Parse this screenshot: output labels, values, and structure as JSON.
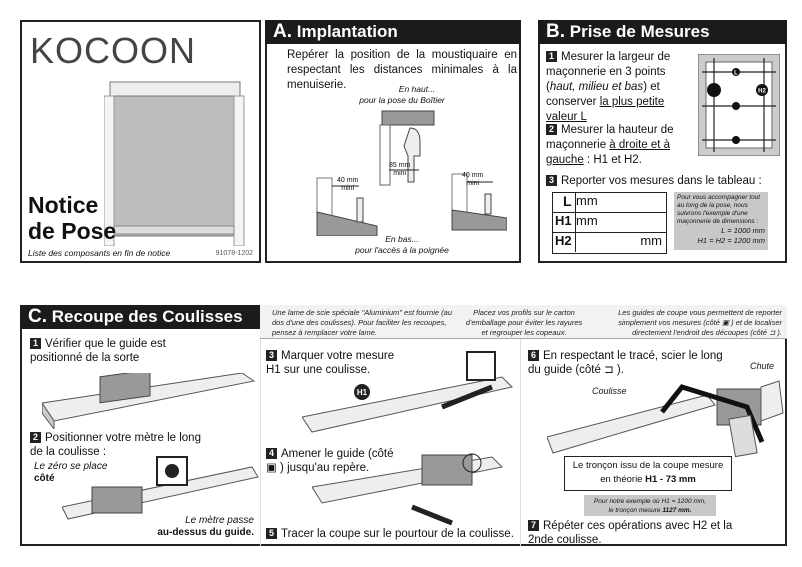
{
  "cover": {
    "brand": "KOCOON",
    "title_line1": "Notice",
    "title_line2": "de Pose",
    "subtitle": "Liste des composants en fin de notice",
    "ref": "91078-1202"
  },
  "section_a": {
    "title_letter": "A.",
    "title": "Implantation",
    "intro": "Repérer la position de la moustiquaire en respectant les distances minimales à la menuiserie.",
    "top_caption_1": "En haut...",
    "top_caption_2": "pour la pose du Boîtier",
    "dim_top": "85 mm",
    "dim_top_sub": "mini",
    "dim_left": "40 mm",
    "dim_left_sub": "mini",
    "dim_right": "40 mm",
    "dim_right_sub": "mini",
    "bottom_caption_1": "En bas...",
    "bottom_caption_2": "pour l'accès à la poignée"
  },
  "section_b": {
    "title_letter": "B.",
    "title": "Prise de Mesures",
    "step1_num": "1",
    "step1_a": "Mesurer la largeur de maçonnerie en 3 points (",
    "step1_italic": "haut, milieu et bas",
    "step1_b": ") et conserver ",
    "step1_u": "la plus petite valeur L",
    "step2_num": "2",
    "step2_a": "Mesurer la hauteur de maçonnerie ",
    "step2_u": "à droite et à gauche",
    "step2_b": " : H1 et H2.",
    "step3_num": "3",
    "step3": "Reporter vos mesures dans le tableau :",
    "diagram_labels": {
      "l": "L",
      "h2": "H2",
      "h1": "H1"
    },
    "table": [
      {
        "label": "L",
        "unit": "mm"
      },
      {
        "label": "H1",
        "unit": "mm"
      },
      {
        "label": "H2",
        "unit": "mm"
      }
    ],
    "example_1": "Pour vous accompagner tout au long de la pose, nous suivrons l'exemple d'une maçonnerie de dimensions :",
    "example_2": "L = 1000 mm",
    "example_3": "H1 = H2 = 1200 mm"
  },
  "section_c": {
    "title_letter": "C.",
    "title": "Recoupe des Coulisses",
    "tip1": "Une lame de scie spéciale \"Aluminium\" est fournie (au dos d'une des coulisses). Pour faciliter les recoupes, pensez à remplacer votre lame.",
    "tip2": "Placez vos profils sur le carton d'emballage pour éviter les rayures et regrouper les copeaux.",
    "tip3": "Les guides de coupe vous permettent de reporter simplement vos mesures (côté ▣ ) et de localiser directement l'endroit des découpes (côté ⊐ ).",
    "step1_num": "1",
    "step1": "Vérifier que le guide est positionné de la sorte",
    "step2_num": "2",
    "step2": "Positionner votre mètre le long de la coulisse :",
    "step2_note_a": "Le zéro se place",
    "step2_note_b": "côté",
    "step2_note_c": "Le mètre passe",
    "step2_note_d": "au-dessus du guide.",
    "step3_num": "3",
    "step3": "Marquer votre mesure H1 sur une coulisse.",
    "step3_marker": "H1",
    "step4_num": "4",
    "step4": "Amener le guide (côté ▣ ) jusqu'au repère.",
    "step5_num": "5",
    "step5": "Tracer la coupe sur le pourtour de la coulisse.",
    "step6_num": "6",
    "step6": "En respectant le tracé, scier le long du guide (côté ⊐ ).",
    "label_chute": "Chute",
    "label_coulisse": "Coulisse",
    "box_1": "Le tronçon issu de la coupe mesure",
    "box_2": "en théorie",
    "box_3": "H1 - 73 mm",
    "example_1": "Pour notre exemple où H1 = 1200 mm,",
    "example_2": "le tronçon mesure",
    "example_3": "1127 mm.",
    "step7_num": "7",
    "step7": "Répéter ces opérations avec H2 et la 2nde coulisse."
  }
}
